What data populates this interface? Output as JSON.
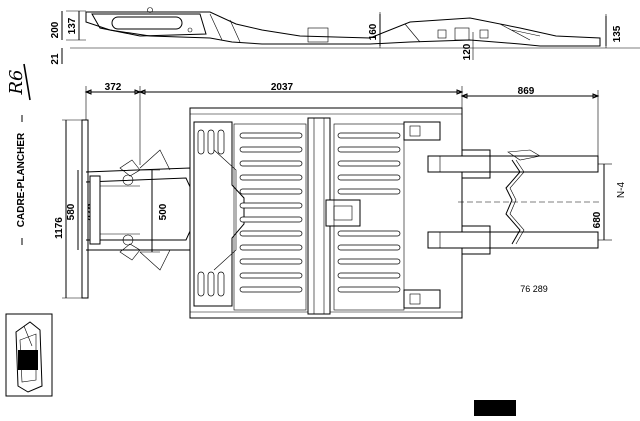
{
  "side_view": {
    "dim_200": "200",
    "dim_137": "137",
    "dim_21": "21",
    "dim_160": "160",
    "dim_120": "120",
    "dim_135": "135"
  },
  "plan_view": {
    "dim_372": "372",
    "dim_2037": "2037",
    "dim_869": "869",
    "dim_1176": "1176",
    "dim_580": "580",
    "dim_476": "476",
    "dim_500": "500",
    "dim_680": "680",
    "ref_number": "76 289",
    "mark_n4": "N-4"
  },
  "side_title": {
    "handwritten_code": "R6",
    "caption": "CADRE-PLANCHER"
  }
}
